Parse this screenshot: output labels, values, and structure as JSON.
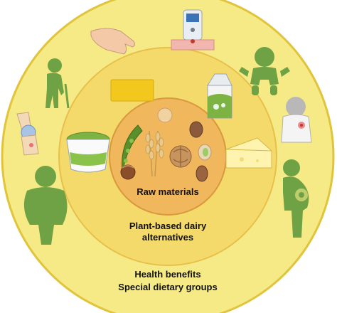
{
  "rings": {
    "inner_label": "Raw materials",
    "middle_label_line1": "Plant-based dairy",
    "middle_label_line2": "alternatives",
    "outer_label_line1": "Health benefits",
    "outer_label_line2": "Special dietary groups"
  },
  "colors": {
    "outer_ring": "#f6ea86",
    "outer_border": "#e0c43b",
    "middle_ring": "#f4da6a",
    "inner_circle": "#f0b75d",
    "inner_border": "#d9983d",
    "person_green": "#6fa245"
  },
  "icons": [
    "hand-icon",
    "glucose-meter-icon",
    "baby-icon",
    "elderly-person-icon",
    "knee-joint-icon",
    "overweight-person-icon",
    "pregnant-woman-icon",
    "child-skin-icon",
    "butter-icon",
    "milk-carton-icon",
    "yogurt-cup-icon",
    "cheese-icon",
    "pea-pod-icon",
    "wheat-icon",
    "walnut-icon",
    "almond-icon",
    "hazelnut-icon",
    "pistachio-icon",
    "chickpea-icon"
  ]
}
